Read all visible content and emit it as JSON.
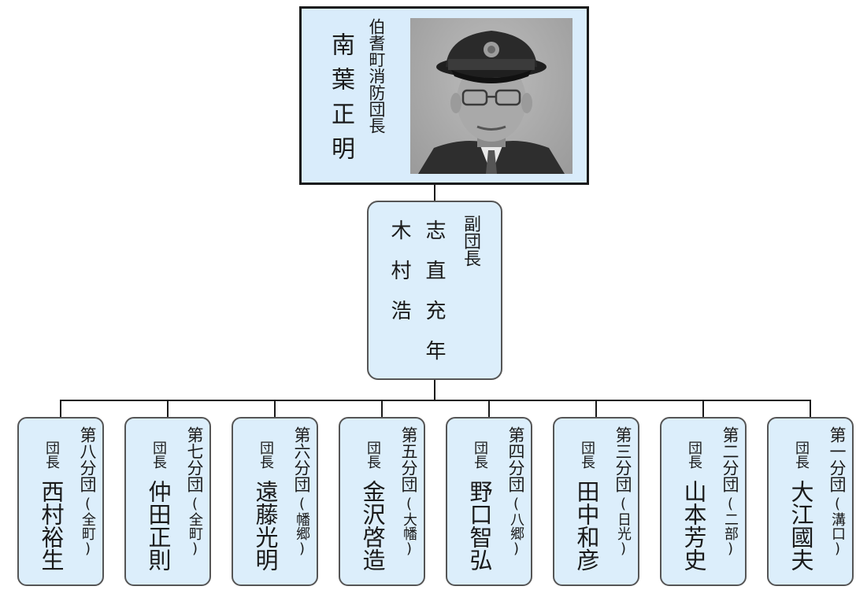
{
  "chief": {
    "title": "伯耆町消防団長",
    "name": "南葉正明",
    "photo_alt": "portrait-photo"
  },
  "vice": {
    "title": "副団長",
    "name1": "志直充年",
    "name2": "木村浩"
  },
  "units": [
    {
      "division": "第八分団",
      "area": "(全町)",
      "role": "団長",
      "name": "西村裕生"
    },
    {
      "division": "第七分団",
      "area": "(全町)",
      "role": "団長",
      "name": "仲田正則"
    },
    {
      "division": "第六分団",
      "area": "(幡郷)",
      "role": "団長",
      "name": "遠藤光明"
    },
    {
      "division": "第五分団",
      "area": "(大幡)",
      "role": "団長",
      "name": "金沢啓造"
    },
    {
      "division": "第四分団",
      "area": "(八郷)",
      "role": "団長",
      "name": "野口智弘"
    },
    {
      "division": "第三分団",
      "area": "(日光)",
      "role": "団長",
      "name": "田中和彦"
    },
    {
      "division": "第二分団",
      "area": "(二部)",
      "role": "団長",
      "name": "山本芳史"
    },
    {
      "division": "第一分団",
      "area": "(溝口)",
      "role": "団長",
      "name": "大江國夫"
    }
  ]
}
